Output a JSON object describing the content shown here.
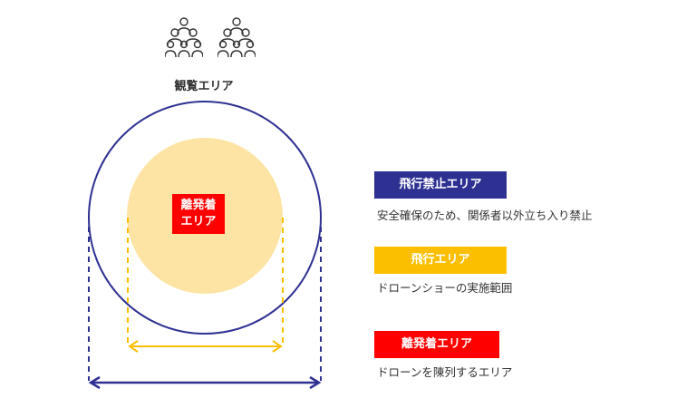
{
  "audience": {
    "title": "観覧エリア",
    "icon": "people-group-icon"
  },
  "center_label": {
    "line1": "離発着",
    "line2": "エリア"
  },
  "legend": [
    {
      "label": "飛行禁止エリア",
      "desc": "安全確保のため、関係者以外立ち入り禁止",
      "color": "#2e3192"
    },
    {
      "label": "飛行エリア",
      "desc": "ドローンショーの実施範囲",
      "color": "#fbbf00"
    },
    {
      "label": "離発着エリア",
      "desc": "ドローンを陳列するエリア",
      "color": "#ff0000"
    }
  ],
  "colors": {
    "no_fly": "#2e3192",
    "flight": "#fbbf00",
    "flight_fill": "#fde4a4",
    "landing": "#ff0000"
  }
}
